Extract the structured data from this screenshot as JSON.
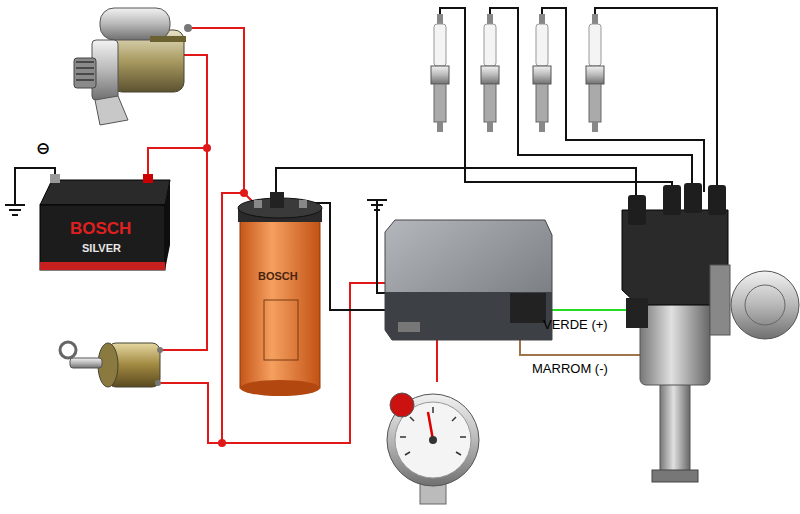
{
  "diagram": {
    "labels": [
      "⊖",
      "BOSCH",
      "SILVER",
      "BOSCH",
      "VERDE (+)",
      "MARROM (-)"
    ]
  }
}
